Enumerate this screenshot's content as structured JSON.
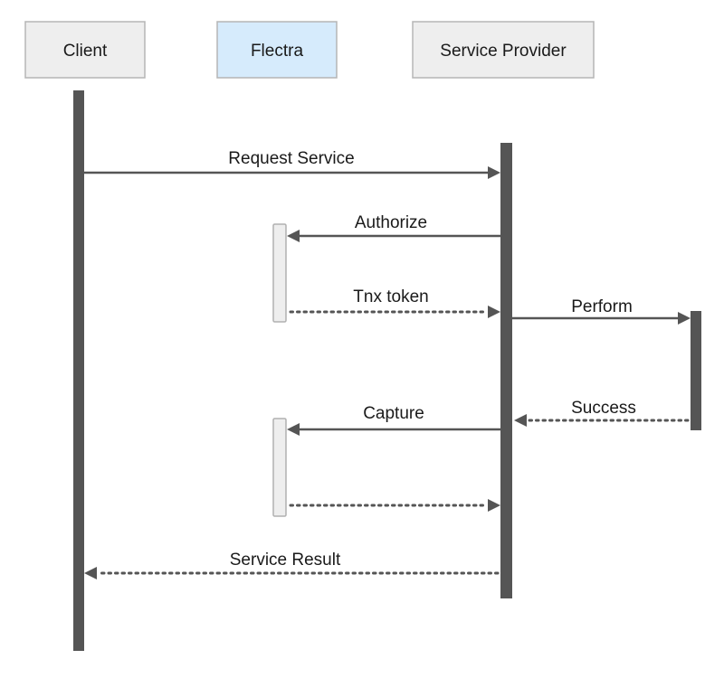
{
  "participants": {
    "client": {
      "label": "Client",
      "fill": "#eeeeee"
    },
    "flectra": {
      "label": "Flectra",
      "fill": "#d6ebfc"
    },
    "service_provider": {
      "label": "Service Provider",
      "fill": "#eeeeee"
    }
  },
  "messages": [
    {
      "id": "request-service",
      "label": "Request Service",
      "from": "Client",
      "to": "Service Provider",
      "style": "solid"
    },
    {
      "id": "authorize",
      "label": "Authorize",
      "from": "Service Provider",
      "to": "Flectra",
      "style": "solid"
    },
    {
      "id": "tnx-token",
      "label": "Tnx token",
      "from": "Flectra",
      "to": "Service Provider",
      "style": "dotted"
    },
    {
      "id": "perform",
      "label": "Perform",
      "from": "Service Provider",
      "to": "External",
      "style": "solid"
    },
    {
      "id": "success",
      "label": "Success",
      "from": "External",
      "to": "Service Provider",
      "style": "dotted"
    },
    {
      "id": "capture",
      "label": "Capture",
      "from": "Service Provider",
      "to": "Flectra",
      "style": "solid"
    },
    {
      "id": "capture-return",
      "label": "",
      "from": "Flectra",
      "to": "Service Provider",
      "style": "dotted"
    },
    {
      "id": "service-result",
      "label": "Service Result",
      "from": "Service Provider",
      "to": "Client",
      "style": "dotted"
    }
  ],
  "colors": {
    "lifeline": "#555555",
    "arrow": "#555555",
    "box_border": "#b5b5b5",
    "flectra_box": "#d6ebfc",
    "neutral_box": "#eeeeee"
  }
}
